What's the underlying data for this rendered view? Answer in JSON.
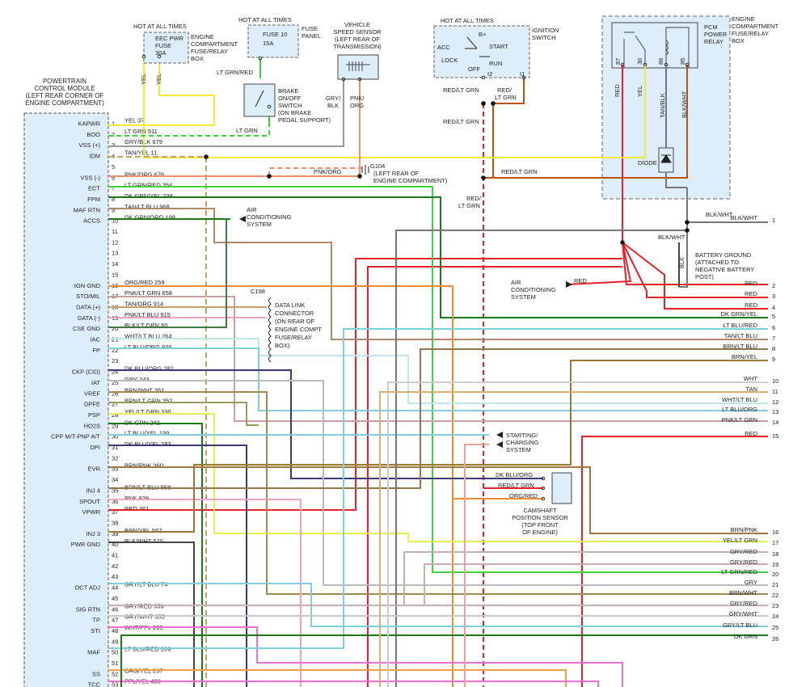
{
  "components": {
    "pcm": {
      "title_lines": [
        "POWERTRAIN",
        "CONTROL MODULE",
        "(LEFT REAR CORNER OF",
        "ENGINE COMPARTMENT)"
      ]
    },
    "eec_fuse": {
      "hot": "HOT AT ALL TIMES",
      "lines": [
        "EEC PWR",
        "FUSE",
        "30A"
      ],
      "location": [
        "ENGINE",
        "COMPARTMENT",
        "FUSE/RELAY",
        "BOX"
      ]
    },
    "fuse10": {
      "hot": "HOT AT ALL TIMES",
      "lines": [
        "FUSE 10",
        "15A"
      ],
      "location": [
        "FUSE",
        "PANEL"
      ]
    },
    "vss_sensor": {
      "lines": [
        "VEHICLE",
        "SPEED SENSOR",
        "(LEFT REAR OF",
        "TRANSMISSION)"
      ]
    },
    "ignition": {
      "hot": "HOT AT ALL TIMES",
      "title": [
        "IGNITION",
        "SWITCH"
      ],
      "positions": [
        "B+",
        "ACC",
        "START",
        "LOCK",
        "RUN",
        "OFF",
        "I2",
        "I1"
      ]
    },
    "pcm_relay": {
      "box": [
        "ENGINE",
        "COMPARTMENT",
        "FUSE/RELAY",
        "BOX"
      ],
      "relay": [
        "PCM",
        "POWER",
        "RELAY"
      ],
      "pins": [
        "87",
        "30",
        "86",
        "85"
      ],
      "diode": "DIODE"
    },
    "brake_switch": {
      "lines": [
        "BRAKE",
        "ON/OFF",
        "SWITCH",
        "(ON BRAKE",
        "PEDAL SUPPORT)"
      ]
    },
    "g104": {
      "lines": [
        "G104",
        "(LEFT REAR OF",
        "ENGINE COMPARTMENT)"
      ]
    },
    "ac": {
      "lines": [
        "AIR",
        "CONDITIONING",
        "SYSTEM"
      ]
    },
    "ac2": {
      "lines": [
        "AIR",
        "CONDITIONING",
        "SYSTEM"
      ]
    },
    "battery_ground": {
      "lines": [
        "BATTERY GROUND",
        "(ATTACHED TO",
        "NEGATIVE BATTERY",
        "POST)"
      ]
    },
    "dlc": {
      "id": "C198",
      "lines": [
        "DATA LINK",
        "CONNECTOR",
        "(ON REAR OF",
        "ENGINE COMPT",
        "FUSE/RELAY",
        "BOX)"
      ]
    },
    "starting": {
      "lines": [
        "STARTING/",
        "CHARGING",
        "SYSTEM"
      ]
    },
    "cam_sensor": {
      "lines": [
        "CAMSHAFT",
        "POSITION SENSOR",
        "(TOP FRONT",
        "OF ENGINE)"
      ],
      "wires": [
        "DK BLU/ORG",
        "RED/LT GRN",
        "ORG/RED"
      ]
    }
  },
  "wire_labels": {
    "yel_a": "YEL",
    "yel_b": "YEL",
    "ltgrn_red": "LT GRN/RED",
    "lt_grn": "LT GRN",
    "gry_blk": [
      "GRY/",
      "BLK"
    ],
    "pnk_org_v": [
      "PNK/",
      "ORG"
    ],
    "red_ltgrn_a": "RED/LT GRN",
    "red_ltgrn_b": "RED/LT GRN",
    "red_ltgrn_c": [
      "RED/",
      "LT GRN"
    ],
    "red_ltgrn_d": "RED/LT GRN",
    "red_ltgrn_e": [
      "RED/",
      "LT GRN"
    ],
    "pnk_org_h": "PNK/ORG",
    "red_v": "RED",
    "yel_v": "YEL",
    "tan_blk": "TAN/BLK",
    "blk_wht_v": "BLK/WHT",
    "blk_wht_a": "BLK/WHT",
    "blk_wht_b": "BLK/WHT",
    "blk_v": "BLK",
    "red_ac": "RED"
  },
  "pins": [
    {
      "row": 1,
      "name": "KAPWR",
      "wire": "YEL",
      "circuit": "37"
    },
    {
      "row": 2,
      "name": "BOO",
      "wire": "LT GRN",
      "circuit": "511"
    },
    {
      "row": 3,
      "name": "VSS (+)",
      "wire": "GRY/BLK",
      "circuit": "679"
    },
    {
      "row": 4,
      "name": "IDM",
      "wire": "TAN/YEL",
      "circuit": "11"
    },
    {
      "row": 5,
      "name": "",
      "wire": "",
      "circuit": ""
    },
    {
      "row": 6,
      "name": "VSS (-)",
      "wire": "PNK/ORG",
      "circuit": "676"
    },
    {
      "row": 7,
      "name": "ECT",
      "wire": "LT GRN/RED",
      "circuit": "354"
    },
    {
      "row": 8,
      "name": "FPM",
      "wire": "DK GRN/YEL",
      "circuit": "238"
    },
    {
      "row": 9,
      "name": "MAF RTN",
      "wire": "TAN/LT BLU",
      "circuit": "968"
    },
    {
      "row": 10,
      "name": "ACCS",
      "wire": "DK GRN/ORG",
      "circuit": "198"
    },
    {
      "row": 11,
      "name": "",
      "wire": "",
      "circuit": ""
    },
    {
      "row": 12,
      "name": "",
      "wire": "",
      "circuit": ""
    },
    {
      "row": 13,
      "name": "",
      "wire": "",
      "circuit": ""
    },
    {
      "row": 14,
      "name": "",
      "wire": "",
      "circuit": ""
    },
    {
      "row": 15,
      "name": "",
      "wire": "",
      "circuit": ""
    },
    {
      "row": 16,
      "name": "IGN GND",
      "wire": "ORG/RED",
      "circuit": "259"
    },
    {
      "row": 17,
      "name": "STO/MIL",
      "wire": "PNK/LT GRN",
      "circuit": "658"
    },
    {
      "row": 18,
      "name": "DATA (+)",
      "wire": "TAN/ORG",
      "circuit": "914"
    },
    {
      "row": 19,
      "name": "DATA (-)",
      "wire": "PNK/LT BLU",
      "circuit": "915"
    },
    {
      "row": 20,
      "name": "CSE GND",
      "wire": "BLK/LT GRN",
      "circuit": "60"
    },
    {
      "row": 21,
      "name": "IAC",
      "wire": "WHT/LT BLU",
      "circuit": "264"
    },
    {
      "row": 22,
      "name": "FP",
      "wire": "LT BLU/ORG",
      "circuit": "926"
    },
    {
      "row": 23,
      "name": "",
      "wire": "",
      "circuit": ""
    },
    {
      "row": 24,
      "name": "CKP (CID)",
      "wire": "DK BLU/ORG",
      "circuit": "282"
    },
    {
      "row": 25,
      "name": "IAT",
      "wire": "GRY",
      "circuit": "743"
    },
    {
      "row": 26,
      "name": "VREF",
      "wire": "BRN/WHT",
      "circuit": "351"
    },
    {
      "row": 27,
      "name": "DPFE",
      "wire": "BRN/LT GRN",
      "circuit": "352"
    },
    {
      "row": 28,
      "name": "PSP",
      "wire": "YEL/LT GRN",
      "circuit": "330"
    },
    {
      "row": 29,
      "name": "HO2S",
      "wire": "DK GRN",
      "circuit": "242"
    },
    {
      "row": 30,
      "name": "CPP M/T-PNP A/T",
      "wire": "LT BLU/YEL",
      "circuit": "199"
    },
    {
      "row": 31,
      "name": "DPI",
      "wire": "DK BLU/YEL",
      "circuit": "283"
    },
    {
      "row": 32,
      "name": "",
      "wire": "",
      "circuit": ""
    },
    {
      "row": 33,
      "name": "EVR",
      "wire": "BRN/PNK",
      "circuit": "360"
    },
    {
      "row": 34,
      "name": "",
      "wire": "",
      "circuit": ""
    },
    {
      "row": 35,
      "name": "INJ 4",
      "wire": "BRN/LT BLU",
      "circuit": "558"
    },
    {
      "row": 36,
      "name": "SPOUT",
      "wire": "PNK",
      "circuit": "929"
    },
    {
      "row": 37,
      "name": "VPWR",
      "wire": "RED",
      "circuit": "361"
    },
    {
      "row": 38,
      "name": "",
      "wire": "",
      "circuit": ""
    },
    {
      "row": 39,
      "name": "INJ 3",
      "wire": "BRN/YEL",
      "circuit": "557"
    },
    {
      "row": 40,
      "name": "PWR GND",
      "wire": "BLK/WHT",
      "circuit": "570"
    },
    {
      "row": 41,
      "name": "",
      "wire": "",
      "circuit": ""
    },
    {
      "row": 42,
      "name": "",
      "wire": "",
      "circuit": ""
    },
    {
      "row": 43,
      "name": "",
      "wire": "",
      "circuit": ""
    },
    {
      "row": 44,
      "name": "OCT ADJ",
      "wire": "GRY/LT BLU",
      "circuit": "74"
    },
    {
      "row": 45,
      "name": "",
      "wire": "",
      "circuit": ""
    },
    {
      "row": 46,
      "name": "SIG RTN",
      "wire": "GRY/RED",
      "circuit": "359"
    },
    {
      "row": 47,
      "name": "TP",
      "wire": "GRY/WHT",
      "circuit": "355"
    },
    {
      "row": 48,
      "name": "STI",
      "wire": "WHT/PPL",
      "circuit": "209"
    },
    {
      "row": 49,
      "name": "",
      "wire": "",
      "circuit": ""
    },
    {
      "row": 50,
      "name": "MAF",
      "wire": "LT BLU/RED",
      "circuit": "209"
    },
    {
      "row": 51,
      "name": "",
      "wire": "",
      "circuit": ""
    },
    {
      "row": 52,
      "name": "SS",
      "wire": "ORG/YEL",
      "circuit": "237"
    },
    {
      "row": 53,
      "name": "TCC",
      "wire": "PPL/YEL",
      "circuit": "480"
    }
  ],
  "right_pins": [
    {
      "num": "1",
      "wire": "BLK/WHT"
    },
    {
      "num": "2",
      "wire": "RED"
    },
    {
      "num": "3",
      "wire": "RED"
    },
    {
      "num": "4",
      "wire": "RED"
    },
    {
      "num": "5",
      "wire": "DK GRN/YEL"
    },
    {
      "num": "6",
      "wire": "LT BLU/RED"
    },
    {
      "num": "7",
      "wire": "TAN/LT BLU"
    },
    {
      "num": "8",
      "wire": "BRN/LT BLU"
    },
    {
      "num": "9",
      "wire": "BRN/YEL"
    },
    {
      "num": "10",
      "wire": "WHT"
    },
    {
      "num": "11",
      "wire": "TAN"
    },
    {
      "num": "12",
      "wire": "WHT/LT BLU"
    },
    {
      "num": "13",
      "wire": "LT BLU/ORG"
    },
    {
      "num": "14",
      "wire": "PNK/LT GRN"
    },
    {
      "num": "15",
      "wire": "RED"
    },
    {
      "num": "16",
      "wire": "BRN/PNK"
    },
    {
      "num": "17",
      "wire": "YEL/LT GRN"
    },
    {
      "num": "18",
      "wire": "GRY/RED"
    },
    {
      "num": "19",
      "wire": "GRY/RED"
    },
    {
      "num": "20",
      "wire": "LT GRN/RED"
    },
    {
      "num": "21",
      "wire": "GRY"
    },
    {
      "num": "22",
      "wire": "BRN/WHT"
    },
    {
      "num": "23",
      "wire": "GRY/RED"
    },
    {
      "num": "24",
      "wire": "GRY/WHT"
    },
    {
      "num": "25",
      "wire": "GRY/LT BLU"
    },
    {
      "num": "26",
      "wire": "DK GRN"
    }
  ],
  "colors": {
    "red": "#e8202a",
    "yellow": "#f2ea3a",
    "lt_green": "#3bd23b",
    "dk_green": "#1a7a1a",
    "gray": "#9a9a9a",
    "tan": "#c8a060",
    "pink": "#f0a0a0",
    "pnk_org": "#f09070",
    "lt_blue": "#7fd0d8",
    "brown": "#9a7a30",
    "dk_blue": "#3a3a7a",
    "black": "#444444",
    "orange": "#f08a30",
    "magenta": "#f070d0",
    "panel": "#ddeefa"
  }
}
